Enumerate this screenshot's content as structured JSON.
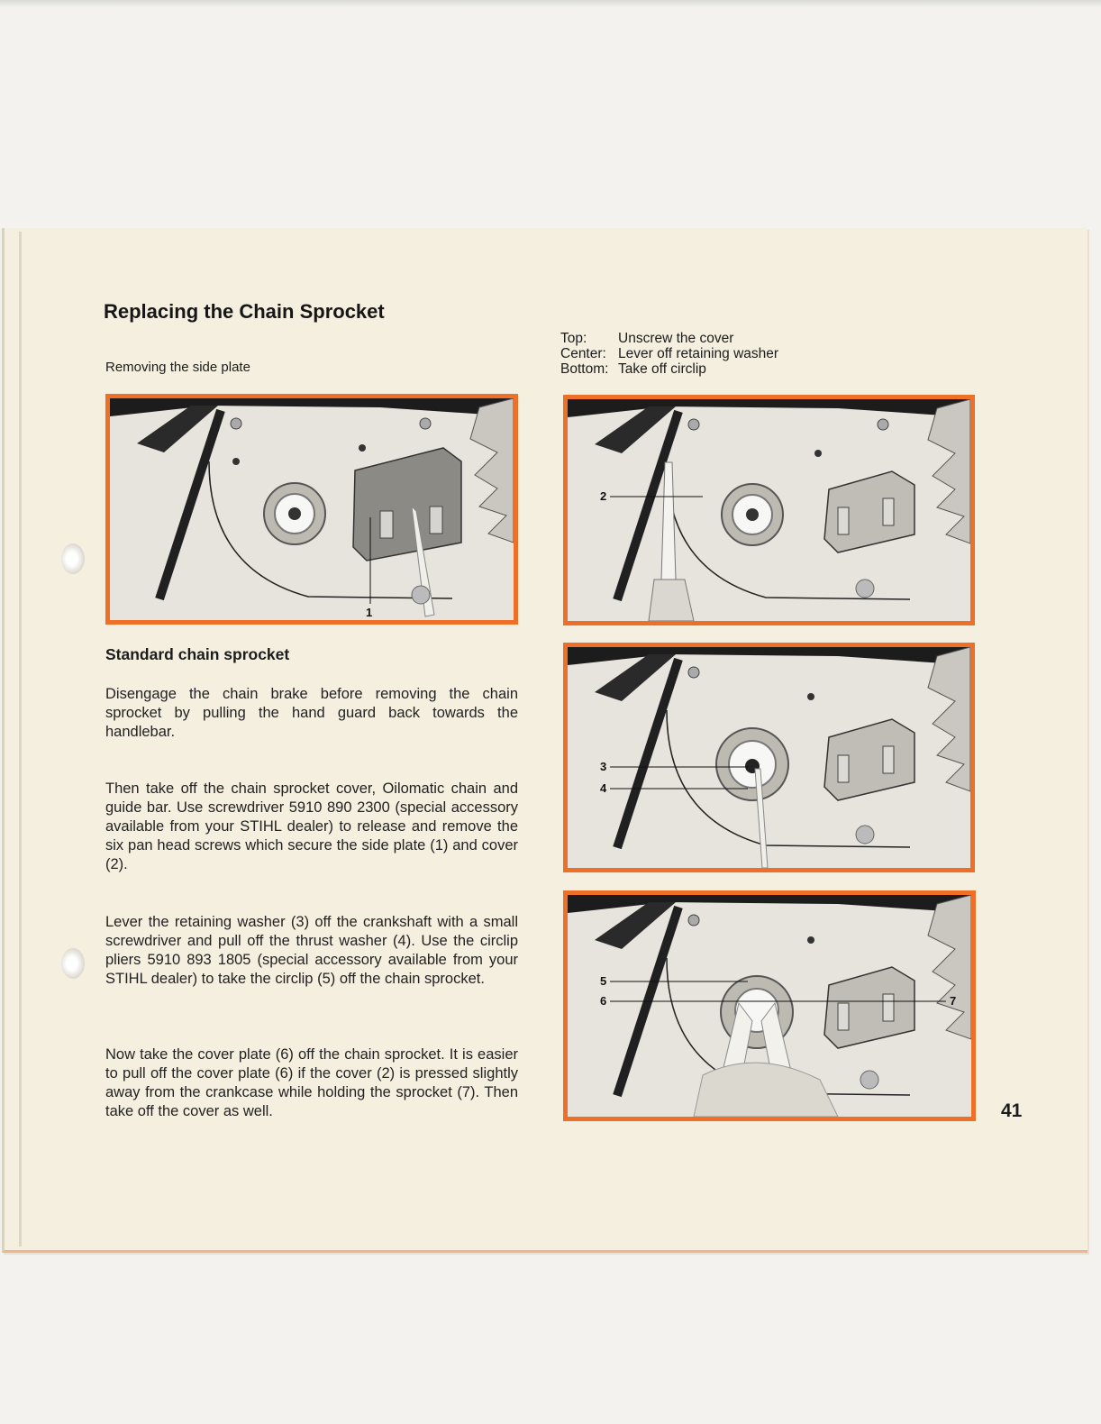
{
  "page": {
    "title": "Replacing the Chain Sprocket",
    "subtitle": "Removing the side plate",
    "captions": [
      {
        "key": "Top:",
        "text": "Unscrew the cover"
      },
      {
        "key": "Center:",
        "text": "Lever off retaining washer"
      },
      {
        "key": "Bottom:",
        "text": "Take off circlip"
      }
    ],
    "section_heading": "Standard chain sprocket",
    "paragraphs": [
      "Disengage the chain brake before removing the chain sprocket by pulling the hand guard back towards the handlebar.",
      "Then take off the chain sprocket cover, Oilomatic chain and guide bar. Use screwdriver 5910 890 2300 (special accessory available from your STIHL dealer) to release and remove the six pan head screws which secure the side plate (1) and cover (2).",
      "Lever the retaining washer (3) off the crankshaft with a small screwdriver and pull off the thrust washer (4). Use the circlip pliers 5910 893 1805 (special accessory available from your STIHL dealer) to take the circlip (5) off the chain sprocket.",
      "Now take the cover plate (6) off the chain sprocket. It is easier to pull off the cover plate (6) if the cover (2) is pressed slightly away from the crankcase while holding the sprocket (7). Then take off the cover as well."
    ],
    "page_number": "41"
  },
  "figures": {
    "fig1": {
      "callouts": [
        "1"
      ]
    },
    "fig2": {
      "callouts": [
        "2"
      ]
    },
    "fig3": {
      "callouts": [
        "3",
        "4"
      ]
    },
    "fig4": {
      "callouts": [
        "5",
        "6",
        "7"
      ]
    }
  },
  "colors": {
    "frame_border": "#ed6f28",
    "paper": "#f4efdf"
  }
}
